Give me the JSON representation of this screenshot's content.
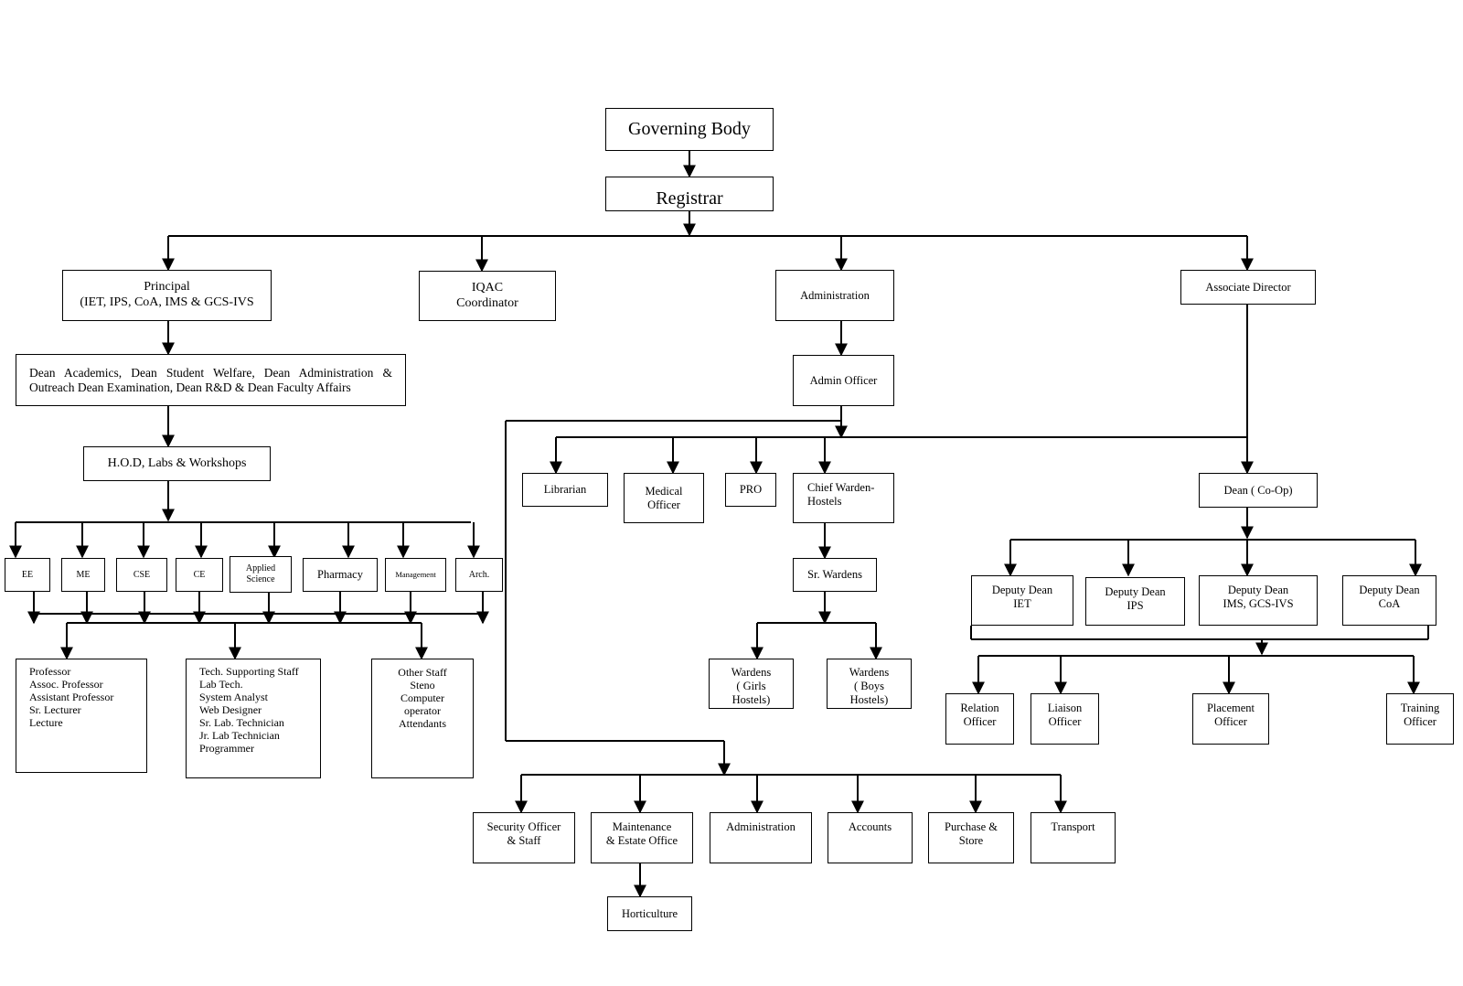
{
  "nodes": {
    "governing_body": "Governing Body",
    "registrar": "Registrar",
    "principal": "Principal\n(IET, IPS, CoA, IMS & GCS-IVS",
    "iqac": "IQAC\nCoordinator",
    "administration": "Administration",
    "associate_director": "Associate Director",
    "deans": "Dean Academics, Dean Student Welfare, Dean Administration & Outreach Dean Examination, Dean R&D & Dean Faculty Affairs",
    "admin_officer": "Admin Officer",
    "hod": "H.O.D,  Labs &  Workshops",
    "librarian": "Librarian",
    "medical_officer": "Medical\nOfficer",
    "pro": "PRO",
    "chief_warden": "Chief Warden-\nHostels",
    "dean_coop": "Dean ( Co-Op)",
    "sr_wardens": "Sr. Wardens",
    "wardens_girls": "Wardens\n( Girls\nHostels)",
    "wardens_boys": "Wardens\n( Boys\nHostels)",
    "dept_ee": "EE",
    "dept_me": "ME",
    "dept_cse": "CSE",
    "dept_ce": "CE",
    "dept_applied_science": "Applied\nScience",
    "dept_pharmacy": "Pharmacy",
    "dept_management": "Management",
    "dept_arch": "Arch.",
    "faculty": "Professor\nAssoc. Professor\nAssistant Professor\nSr. Lecturer\nLecture",
    "tech_staff": "Tech. Supporting Staff\nLab Tech.\nSystem Analyst\nWeb Designer\nSr. Lab. Technician\nJr. Lab Technician\nProgrammer",
    "other_staff": "Other Staff\nSteno\nComputer\noperator\nAttendants",
    "deputy_dean_iet": "Deputy Dean\nIET",
    "deputy_dean_ips": "Deputy Dean\nIPS",
    "deputy_dean_ims": "Deputy Dean\nIMS, GCS-IVS",
    "deputy_dean_coa": "Deputy Dean\nCoA",
    "relation_officer": "Relation\nOfficer",
    "liaison_officer": "Liaison\nOfficer",
    "placement_officer": "Placement\nOfficer",
    "training_officer": "Training\nOfficer",
    "security_officer": "Security Officer\n& Staff",
    "maintenance": "Maintenance\n& Estate Office",
    "administration_2": "Administration",
    "accounts": "Accounts",
    "purchase_store": "Purchase &\nStore",
    "transport": "Transport",
    "horticulture": "Horticulture"
  }
}
